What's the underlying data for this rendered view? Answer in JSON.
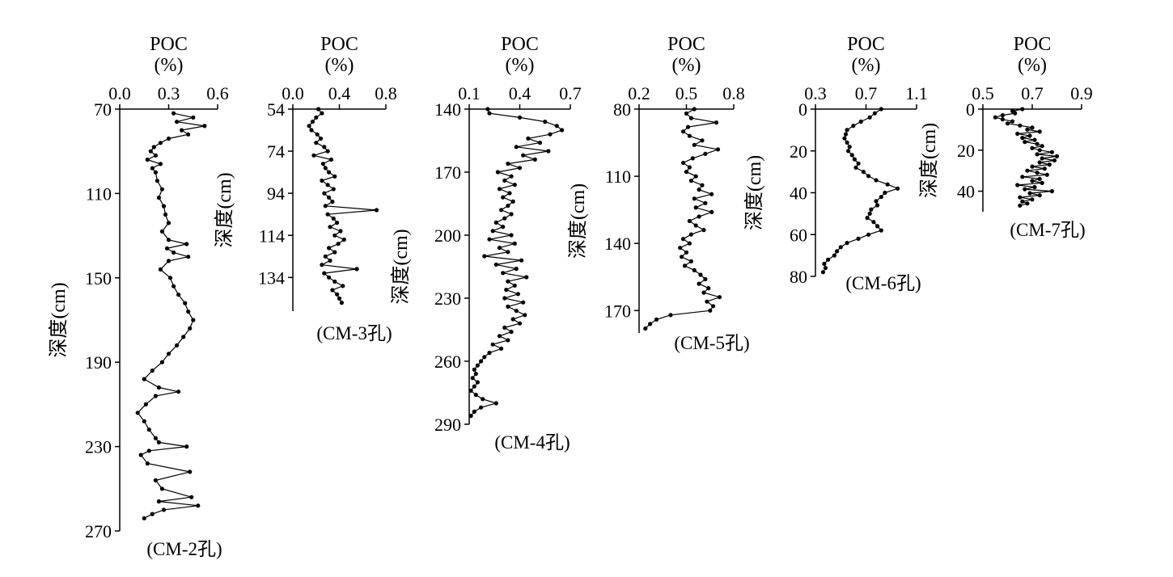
{
  "chart_data": [
    {
      "type": "line",
      "caption": "(CM-2孔)",
      "top_title": [
        "POC",
        "(%)"
      ],
      "ylabel": "深度(cm)",
      "xlim": [
        0.0,
        0.6
      ],
      "ylim": [
        70,
        270
      ],
      "x_ticks": [
        "0.0",
        "0.3",
        "0.6"
      ],
      "y_ticks": [
        "70",
        "110",
        "150",
        "190",
        "230",
        "270"
      ],
      "series": [
        {
          "y": [
            72,
            74,
            76,
            78,
            80,
            82,
            84,
            86,
            88,
            90,
            92,
            94,
            96,
            98,
            100,
            104,
            108,
            112,
            116,
            120,
            124,
            128,
            132,
            134,
            136,
            138,
            140,
            142,
            146,
            150,
            154,
            158,
            162,
            166,
            170,
            174,
            178,
            182,
            186,
            190,
            194,
            198,
            202,
            204,
            206,
            210,
            214,
            218,
            222,
            226,
            228,
            230,
            232,
            234,
            238,
            242,
            246,
            250,
            254,
            256,
            258,
            260,
            262,
            264
          ],
          "x": [
            0.33,
            0.45,
            0.35,
            0.52,
            0.38,
            0.42,
            0.3,
            0.25,
            0.21,
            0.19,
            0.22,
            0.17,
            0.25,
            0.2,
            0.22,
            0.23,
            0.26,
            0.24,
            0.27,
            0.28,
            0.3,
            0.26,
            0.3,
            0.41,
            0.29,
            0.33,
            0.42,
            0.3,
            0.25,
            0.31,
            0.33,
            0.36,
            0.4,
            0.42,
            0.45,
            0.43,
            0.39,
            0.35,
            0.3,
            0.26,
            0.2,
            0.15,
            0.24,
            0.36,
            0.22,
            0.16,
            0.11,
            0.15,
            0.18,
            0.22,
            0.24,
            0.41,
            0.18,
            0.13,
            0.17,
            0.43,
            0.22,
            0.26,
            0.44,
            0.24,
            0.48,
            0.27,
            0.2,
            0.15
          ]
        }
      ]
    },
    {
      "type": "line",
      "caption": "(CM-3孔)",
      "top_title": [
        "POC",
        "(%)"
      ],
      "ylabel": "深度(cm)",
      "xlim": [
        0.0,
        0.8
      ],
      "ylim": [
        54,
        150
      ],
      "x_ticks": [
        "0.0",
        "0.4",
        "0.8"
      ],
      "y_ticks": [
        "54",
        "74",
        "94",
        "114",
        "134"
      ],
      "series": [
        {
          "y": [
            54,
            56,
            58,
            60,
            62,
            64,
            66,
            68,
            70,
            72,
            74,
            76,
            78,
            80,
            82,
            84,
            86,
            88,
            90,
            92,
            94,
            96,
            98,
            100,
            102,
            104,
            106,
            108,
            110,
            112,
            114,
            116,
            118,
            120,
            122,
            124,
            126,
            128,
            130,
            132,
            134,
            136,
            138,
            140,
            142,
            144,
            146
          ],
          "x": [
            0.22,
            0.25,
            0.2,
            0.17,
            0.14,
            0.16,
            0.21,
            0.24,
            0.2,
            0.27,
            0.3,
            0.18,
            0.33,
            0.26,
            0.28,
            0.31,
            0.36,
            0.25,
            0.3,
            0.35,
            0.27,
            0.31,
            0.34,
            0.28,
            0.72,
            0.3,
            0.35,
            0.38,
            0.32,
            0.41,
            0.36,
            0.44,
            0.39,
            0.31,
            0.36,
            0.28,
            0.32,
            0.25,
            0.55,
            0.27,
            0.31,
            0.36,
            0.43,
            0.34,
            0.38,
            0.4,
            0.42
          ]
        }
      ]
    },
    {
      "type": "line",
      "caption": "(CM-4孔)",
      "top_title": [
        "POC",
        "(%)"
      ],
      "ylabel": "深度(cm)",
      "xlim": [
        0.1,
        0.7
      ],
      "ylim": [
        140,
        290
      ],
      "x_ticks": [
        "0.1",
        "0.4",
        "0.7"
      ],
      "y_ticks": [
        "140",
        "170",
        "200",
        "230",
        "260",
        "290"
      ],
      "series": [
        {
          "y": [
            140,
            142,
            144,
            146,
            148,
            150,
            152,
            154,
            156,
            158,
            160,
            162,
            164,
            166,
            168,
            170,
            172,
            174,
            176,
            178,
            180,
            182,
            184,
            186,
            188,
            190,
            192,
            194,
            196,
            198,
            200,
            202,
            204,
            206,
            208,
            210,
            212,
            214,
            216,
            218,
            220,
            222,
            224,
            226,
            228,
            230,
            232,
            234,
            236,
            238,
            240,
            242,
            244,
            246,
            248,
            250,
            252,
            254,
            256,
            258,
            260,
            262,
            264,
            266,
            268,
            270,
            272,
            274,
            276,
            278,
            280,
            282,
            284,
            286
          ],
          "x": [
            0.21,
            0.22,
            0.4,
            0.55,
            0.62,
            0.65,
            0.58,
            0.45,
            0.52,
            0.38,
            0.57,
            0.42,
            0.49,
            0.33,
            0.4,
            0.27,
            0.35,
            0.31,
            0.37,
            0.28,
            0.34,
            0.3,
            0.36,
            0.33,
            0.29,
            0.35,
            0.31,
            0.26,
            0.3,
            0.24,
            0.35,
            0.22,
            0.37,
            0.28,
            0.33,
            0.19,
            0.41,
            0.26,
            0.38,
            0.3,
            0.44,
            0.33,
            0.37,
            0.32,
            0.39,
            0.31,
            0.42,
            0.33,
            0.38,
            0.43,
            0.36,
            0.4,
            0.31,
            0.35,
            0.28,
            0.33,
            0.24,
            0.29,
            0.22,
            0.19,
            0.17,
            0.15,
            0.13,
            0.14,
            0.12,
            0.15,
            0.13,
            0.11,
            0.14,
            0.18,
            0.26,
            0.17,
            0.13,
            0.11
          ]
        }
      ]
    },
    {
      "type": "line",
      "caption": "(CM-5孔)",
      "top_title": [
        "POC",
        "(%)"
      ],
      "ylabel": "深度(cm)",
      "xlim": [
        0.2,
        0.8
      ],
      "ylim": [
        80,
        180
      ],
      "x_ticks": [
        "0.2",
        "0.5",
        "0.8"
      ],
      "y_ticks": [
        "80",
        "110",
        "140",
        "170"
      ],
      "series": [
        {
          "y": [
            80,
            82,
            84,
            86,
            88,
            90,
            92,
            94,
            96,
            98,
            100,
            102,
            104,
            106,
            108,
            110,
            112,
            114,
            116,
            118,
            120,
            122,
            124,
            126,
            128,
            130,
            132,
            134,
            136,
            138,
            140,
            142,
            144,
            146,
            148,
            150,
            152,
            154,
            156,
            158,
            160,
            162,
            164,
            166,
            168,
            170,
            172,
            174,
            176,
            178
          ],
          "x": [
            0.55,
            0.5,
            0.53,
            0.69,
            0.51,
            0.48,
            0.52,
            0.6,
            0.55,
            0.7,
            0.62,
            0.54,
            0.48,
            0.52,
            0.5,
            0.56,
            0.53,
            0.6,
            0.58,
            0.66,
            0.55,
            0.62,
            0.56,
            0.66,
            0.58,
            0.52,
            0.56,
            0.61,
            0.53,
            0.48,
            0.52,
            0.46,
            0.5,
            0.47,
            0.53,
            0.49,
            0.55,
            0.59,
            0.62,
            0.58,
            0.64,
            0.61,
            0.71,
            0.63,
            0.67,
            0.65,
            0.4,
            0.31,
            0.27,
            0.24
          ]
        }
      ]
    },
    {
      "type": "line",
      "caption": "(CM-6孔)",
      "top_title": [
        "POC",
        "(%)"
      ],
      "ylabel": "深度(cm)",
      "xlim": [
        0.3,
        1.1
      ],
      "ylim": [
        0,
        80
      ],
      "x_ticks": [
        "0.3",
        "0.7",
        "1.1"
      ],
      "y_ticks": [
        "0",
        "20",
        "40",
        "60",
        "80"
      ],
      "series": [
        {
          "y": [
            0,
            2,
            4,
            6,
            8,
            10,
            12,
            14,
            16,
            18,
            20,
            22,
            24,
            26,
            28,
            30,
            32,
            34,
            36,
            38,
            40,
            42,
            44,
            46,
            48,
            50,
            52,
            54,
            56,
            58,
            60,
            62,
            64,
            66,
            68,
            70,
            72,
            74,
            76,
            78
          ],
          "x": [
            0.82,
            0.77,
            0.73,
            0.66,
            0.6,
            0.55,
            0.54,
            0.53,
            0.55,
            0.57,
            0.56,
            0.59,
            0.61,
            0.64,
            0.62,
            0.68,
            0.72,
            0.78,
            0.87,
            0.95,
            0.85,
            0.82,
            0.78,
            0.79,
            0.74,
            0.73,
            0.71,
            0.76,
            0.79,
            0.82,
            0.72,
            0.64,
            0.55,
            0.5,
            0.47,
            0.45,
            0.4,
            0.37,
            0.38,
            0.36
          ]
        }
      ]
    },
    {
      "type": "line",
      "caption": "(CM-7孔)",
      "top_title": [
        "POC",
        "(%)"
      ],
      "ylabel": "深度(cm)",
      "xlim": [
        0.5,
        0.9
      ],
      "ylim": [
        0,
        50
      ],
      "x_ticks": [
        "0.5",
        "0.7",
        "0.9"
      ],
      "y_ticks": [
        "0",
        "20",
        "40"
      ],
      "series": [
        {
          "y": [
            0,
            1,
            2,
            3,
            4,
            5,
            6,
            7,
            8,
            9,
            10,
            11,
            12,
            13,
            14,
            15,
            16,
            17,
            18,
            19,
            20,
            21,
            22,
            23,
            24,
            25,
            26,
            27,
            28,
            29,
            30,
            31,
            32,
            33,
            34,
            35,
            36,
            37,
            38,
            39,
            40,
            41,
            42,
            43,
            44,
            45,
            46,
            47
          ],
          "x": [
            0.66,
            0.62,
            0.63,
            0.58,
            0.55,
            0.58,
            0.62,
            0.6,
            0.65,
            0.7,
            0.68,
            0.73,
            0.64,
            0.69,
            0.66,
            0.71,
            0.67,
            0.72,
            0.74,
            0.7,
            0.73,
            0.78,
            0.72,
            0.8,
            0.74,
            0.79,
            0.73,
            0.77,
            0.7,
            0.75,
            0.68,
            0.72,
            0.76,
            0.66,
            0.73,
            0.7,
            0.74,
            0.64,
            0.71,
            0.67,
            0.78,
            0.69,
            0.73,
            0.65,
            0.7,
            0.66,
            0.68,
            0.65
          ]
        }
      ]
    }
  ]
}
